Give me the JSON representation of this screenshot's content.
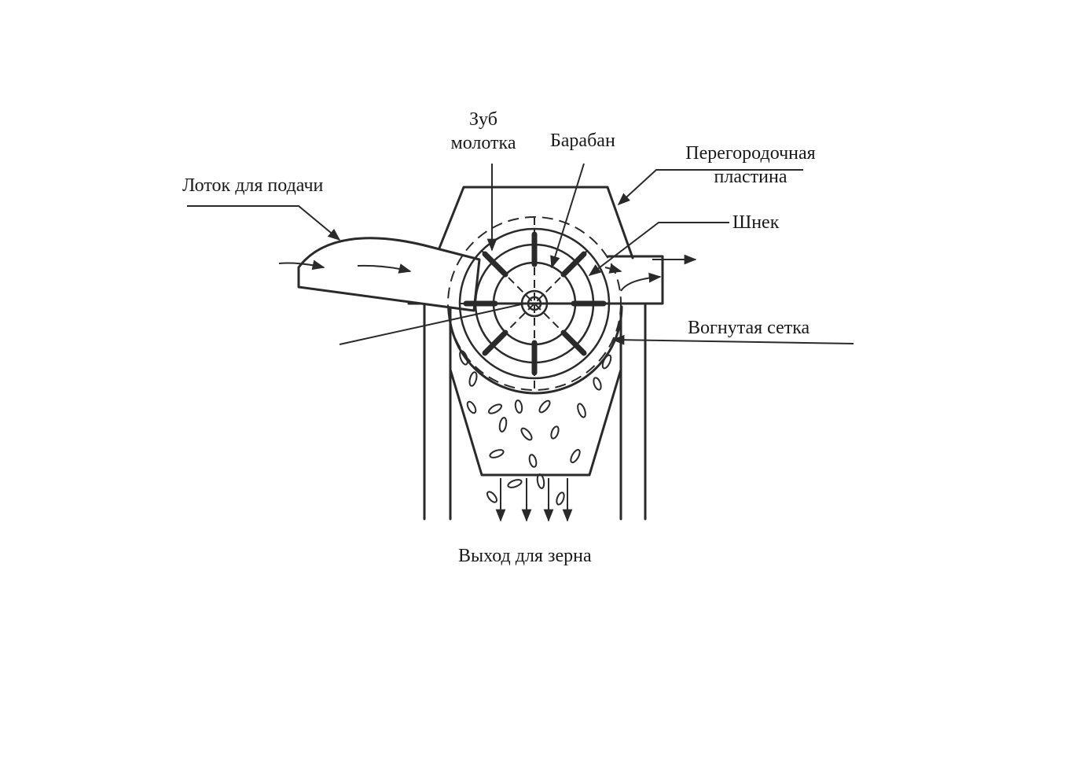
{
  "labels": {
    "hammer_tooth_line1": "Зуб",
    "hammer_tooth_line2": "молотка",
    "drum": "Барабан",
    "partition_plate_line1": "Перегородочная",
    "partition_plate_line2": "пластина",
    "feed_tray": "Лоток для подачи",
    "auger": "Шнек",
    "concave_screen": "Вогнутая сетка",
    "grain_outlet": "Выход для зерна"
  },
  "colors": {
    "stroke": "#2a2a2a",
    "text": "#1a1a1a",
    "background": "#ffffff"
  }
}
